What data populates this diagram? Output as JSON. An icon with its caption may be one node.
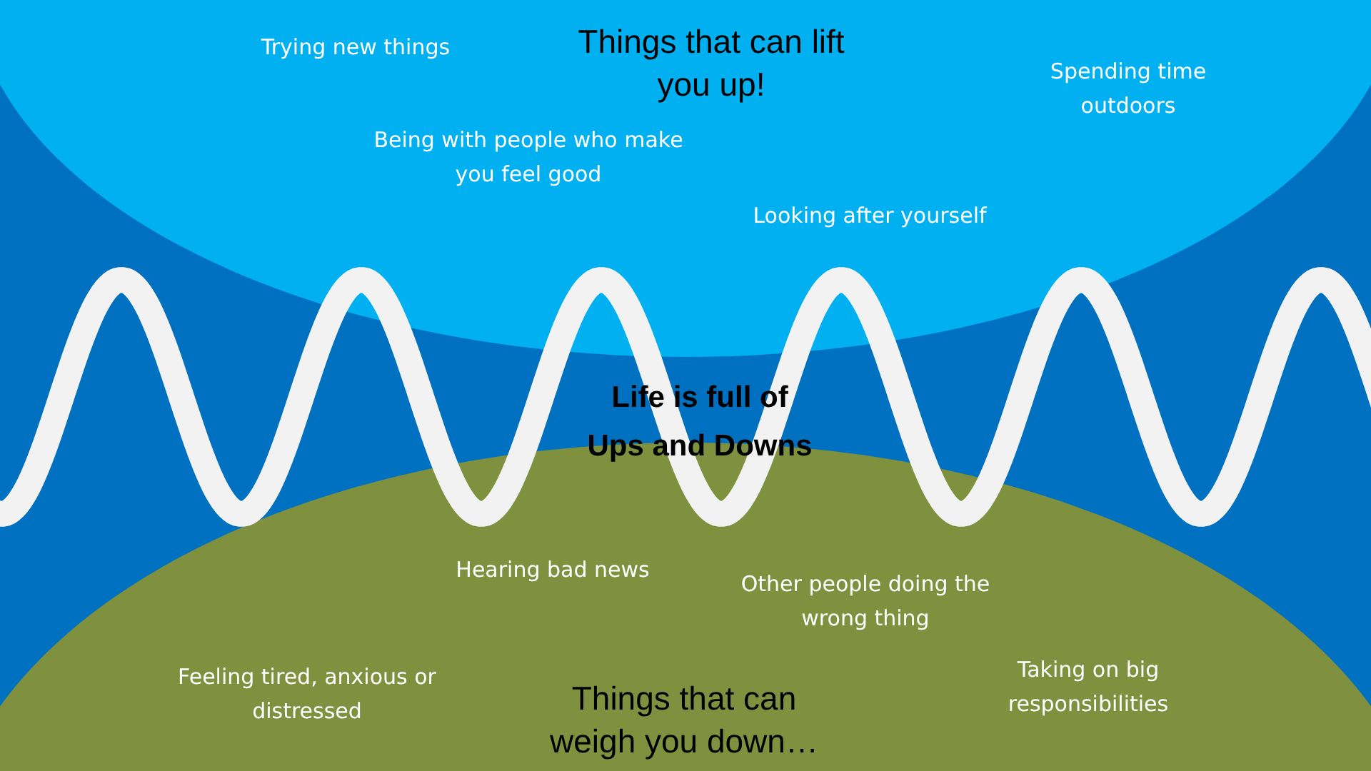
{
  "diagram": {
    "nodes": [
      {
        "text": [
          "Trying new things",
          "Things that can lift you up!",
          "Spending time outdoors",
          "Being with people who make you feel good",
          "Looking after yourself"
        ]
      },
      {
        "text": [
          "Hearing bad news",
          "Other people doing the wrong thing",
          "Feeling tired, anxious or distressed",
          "Things that can weigh you down…",
          "Taking on big responsibilities"
        ]
      }
    ],
    "labels": [
      "Life is full of Ups and Downs"
    ]
  }
}
